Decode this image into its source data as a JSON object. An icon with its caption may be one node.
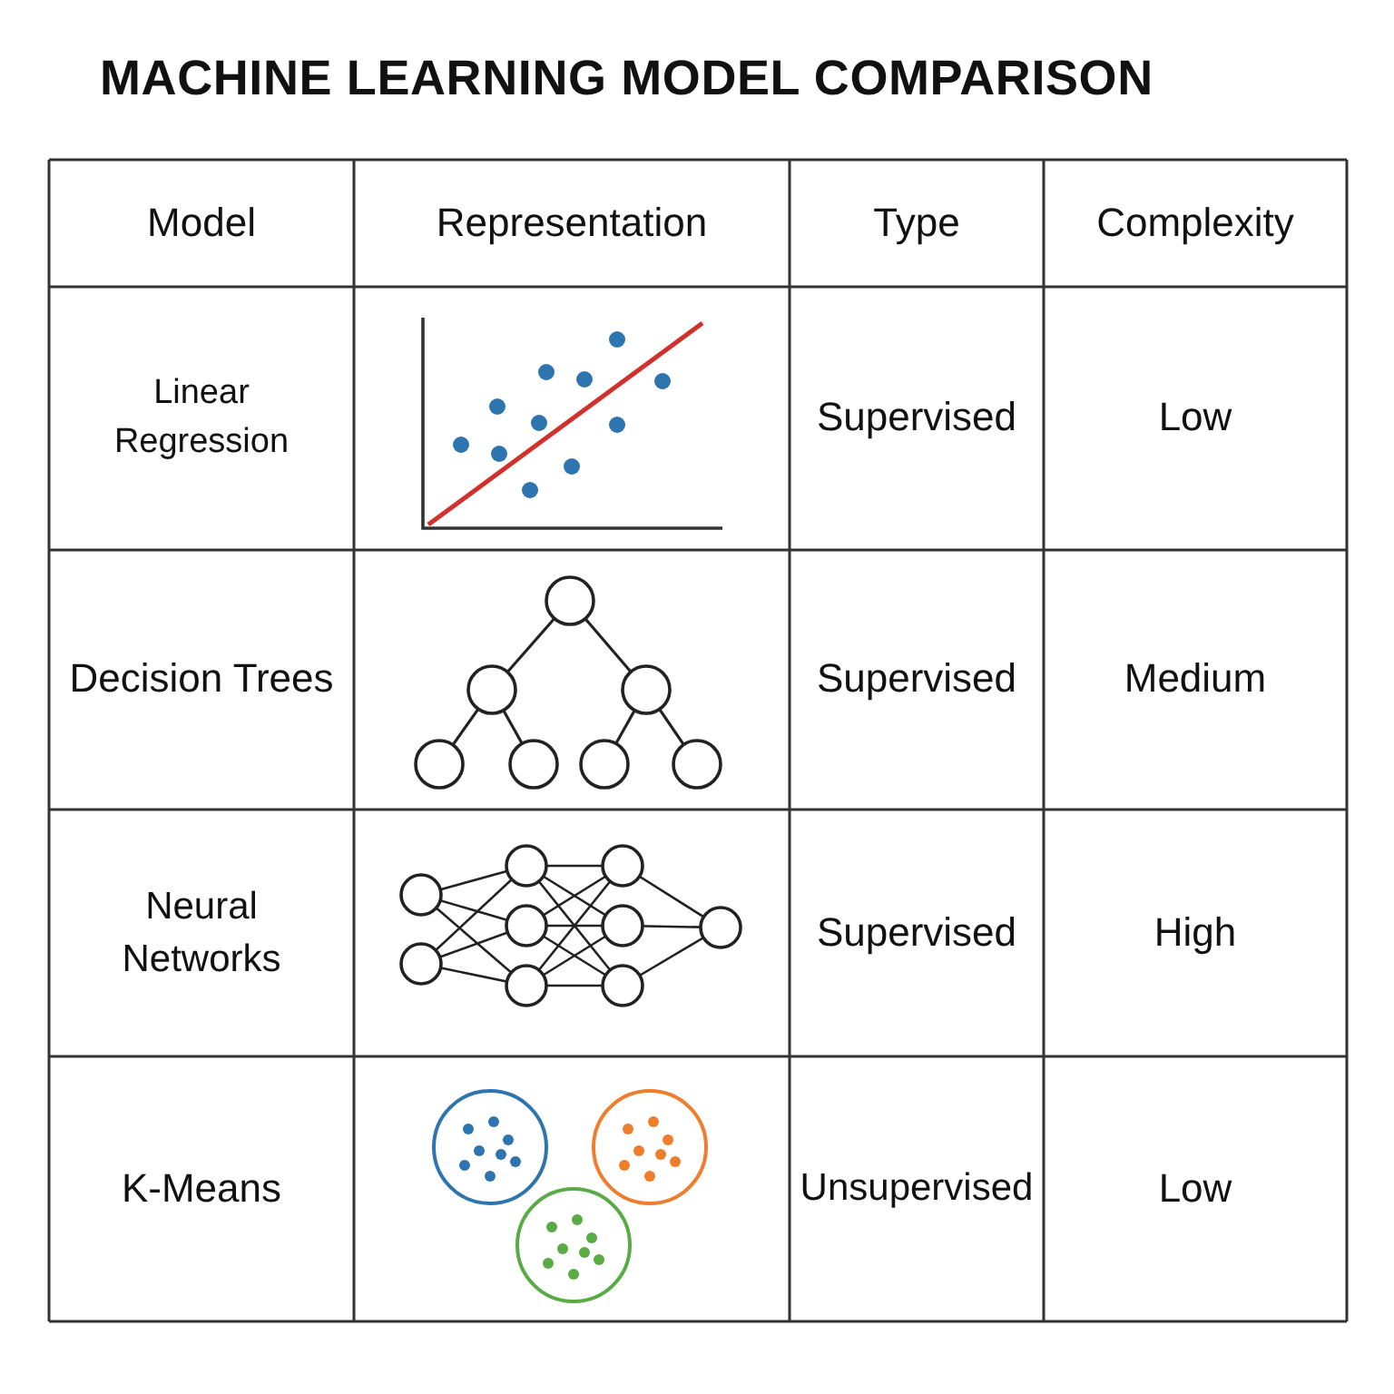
{
  "diagram": {
    "title": "MACHINE LEARNING MODEL COMPARISON",
    "labels": [
      "Model",
      "Representation",
      "Type",
      "Complexity",
      "Linear Regression",
      "Supervised",
      "Low",
      "Decision Trees",
      "Supervised",
      "Medium",
      "Neural Networks",
      "Supervised",
      "High",
      "K-Means",
      "Unsupervised",
      "Low"
    ]
  }
}
